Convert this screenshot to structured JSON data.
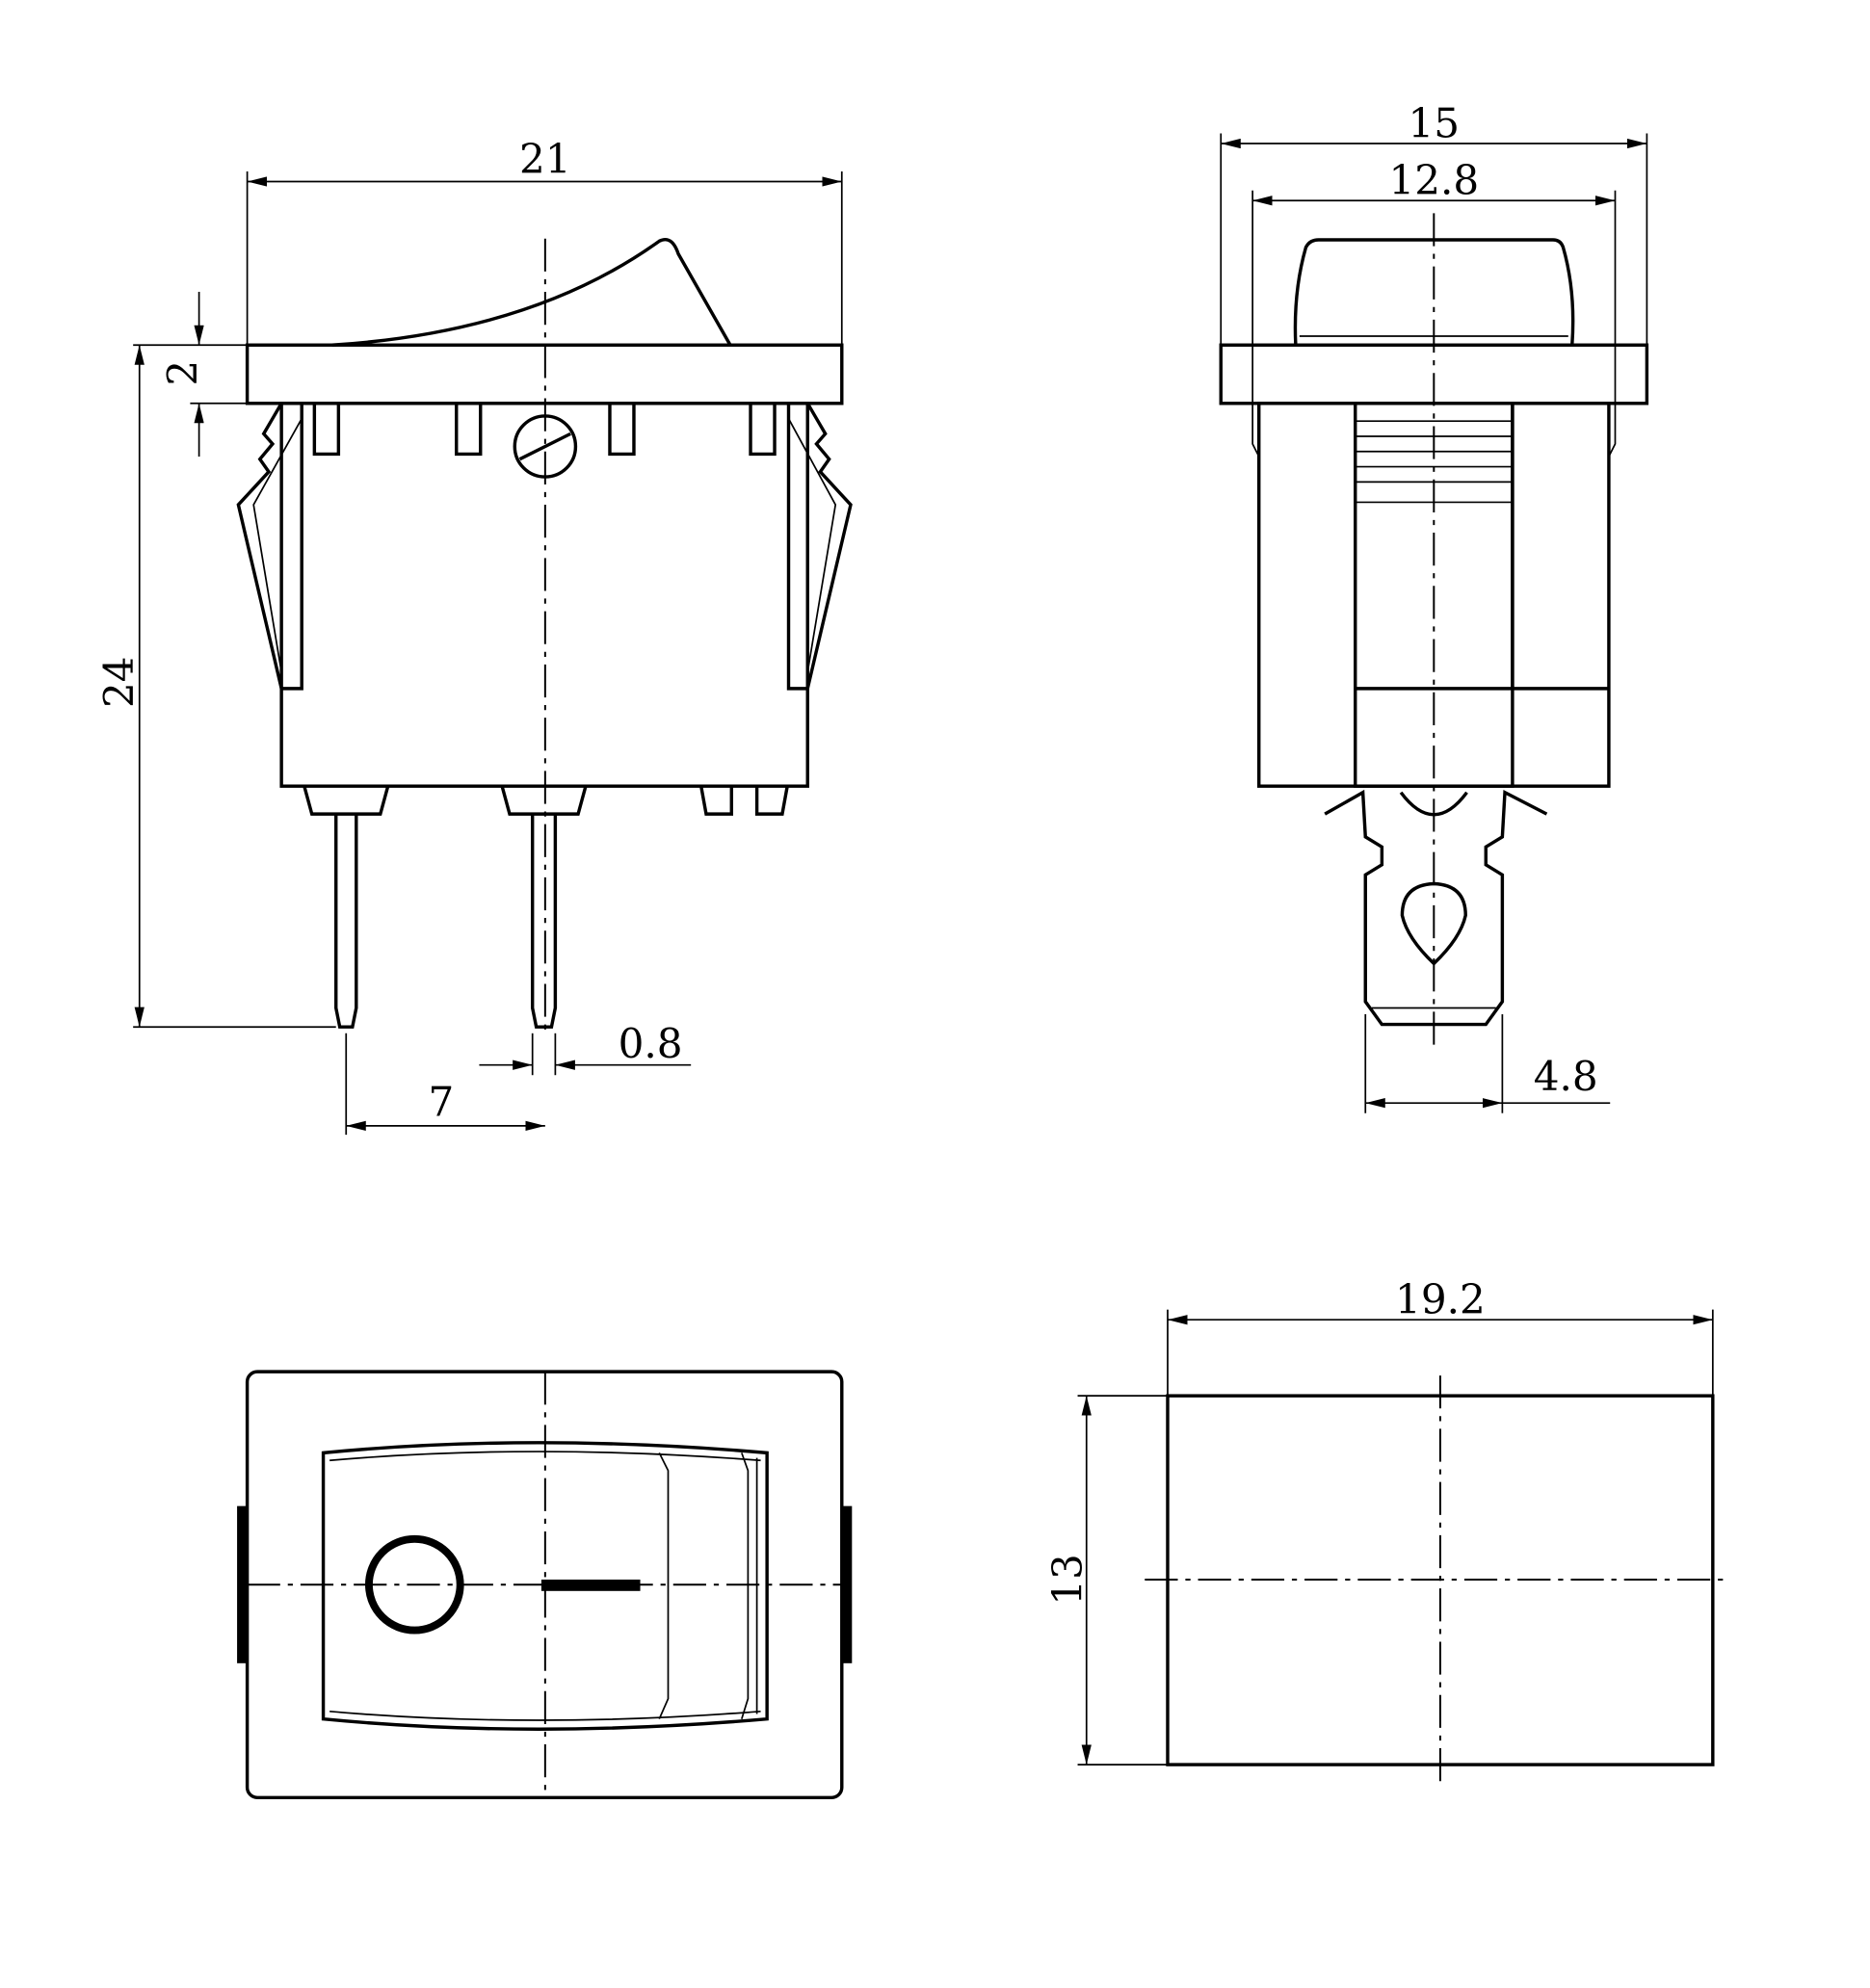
{
  "title": "Rocker switch dimension drawing",
  "dimensions": {
    "front_width": "21",
    "flange_thickness": "2",
    "total_height": "24",
    "pin_width": "0.8",
    "pin_spacing": "7",
    "side_width": "15",
    "side_inner_width": "12.8",
    "terminal_width": "4.8",
    "cutout_width": "19.2",
    "cutout_height": "13"
  },
  "colors": {
    "line": "#000000",
    "background": "#ffffff"
  }
}
